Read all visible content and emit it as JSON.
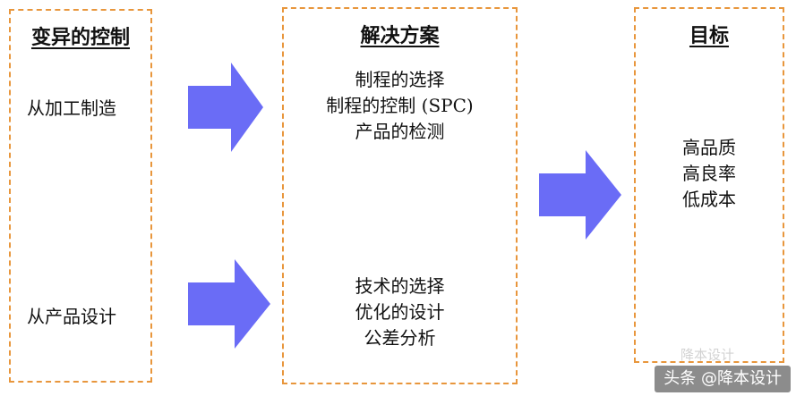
{
  "left_column": {
    "title": "变异的控制",
    "items": [
      "从加工制造",
      "从产品设计"
    ]
  },
  "middle_column": {
    "title": "解决方案",
    "group_top": [
      "制程的选择",
      "制程的控制 (SPC)",
      "产品的检测"
    ],
    "group_bottom": [
      "技术的选择",
      "优化的设计",
      "公差分析"
    ]
  },
  "right_column": {
    "title": "目标",
    "items": [
      "高品质",
      "高良率",
      "低成本"
    ]
  },
  "watermark": {
    "text": "头条 @降本设计",
    "faint_text": "降本设计"
  },
  "colors": {
    "border": "#e8963c",
    "arrow": "#6a6cf6"
  }
}
